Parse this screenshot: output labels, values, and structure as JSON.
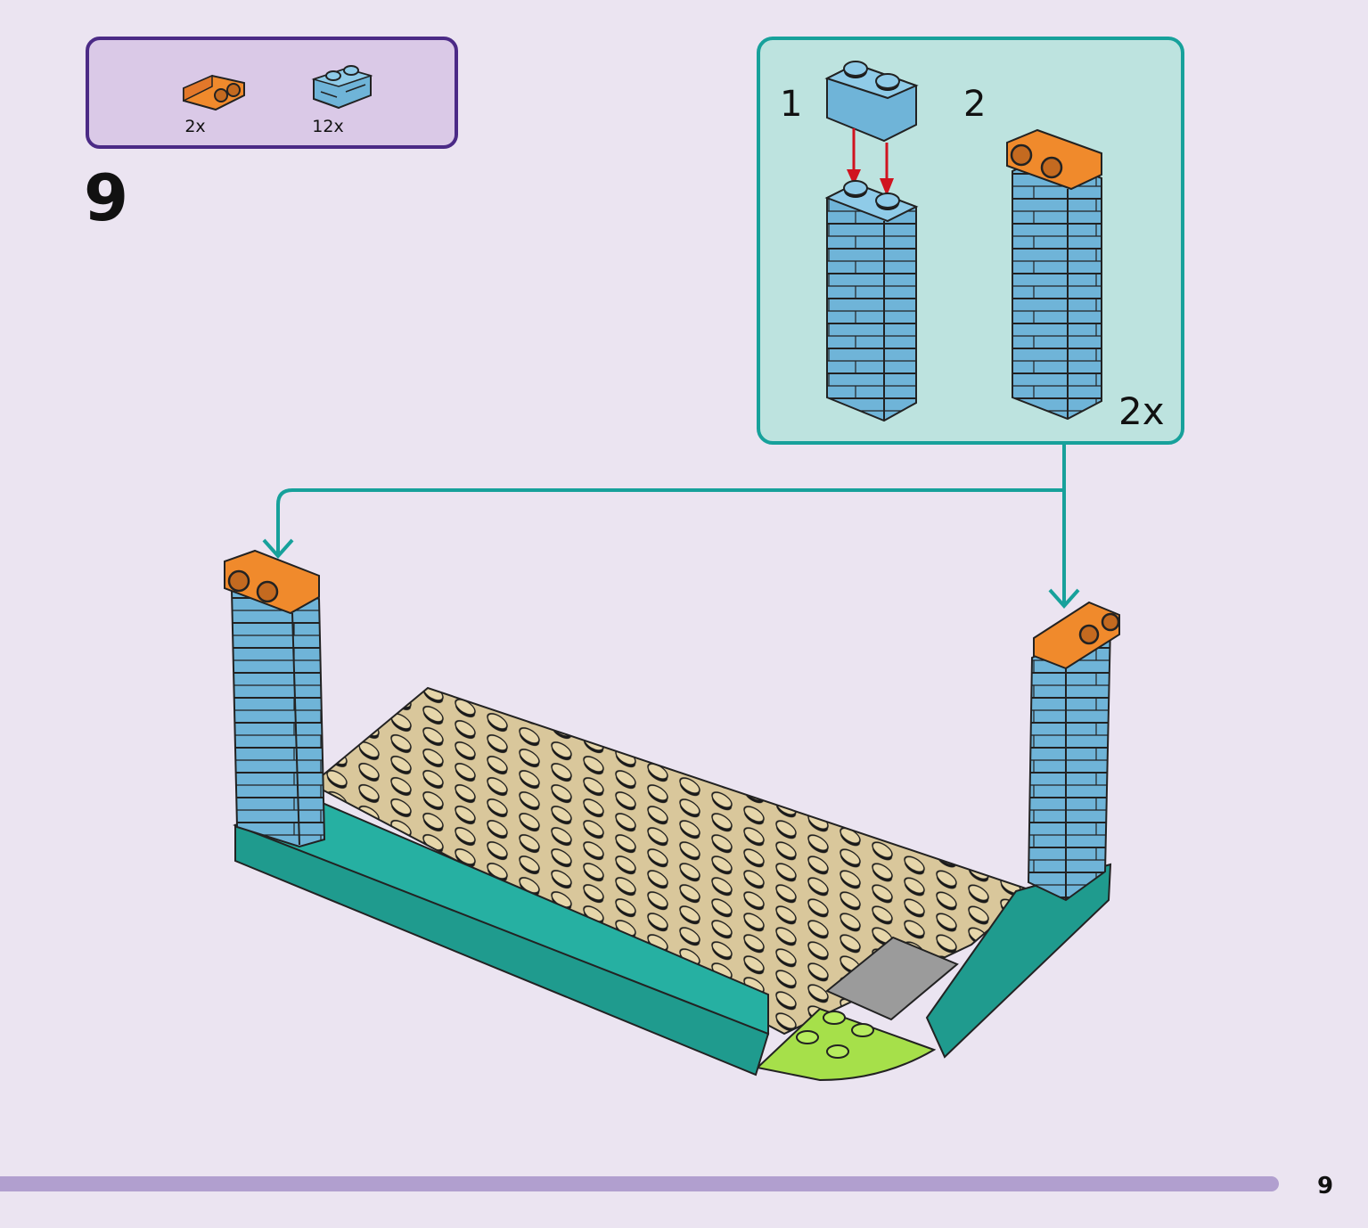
{
  "page": {
    "number": "9",
    "step": "9"
  },
  "parts": [
    {
      "name": "orange-bracket-plate",
      "qty": "2x",
      "color": "#f08a2c"
    },
    {
      "name": "light-blue-masonry-brick",
      "qty": "12x",
      "color": "#6fb4d8"
    }
  ],
  "callout": {
    "step1_label": "1",
    "step2_label": "2",
    "multiplier": "2x"
  },
  "colors": {
    "background": "#ebe4f1",
    "parts_border": "#4b2a86",
    "callout_border": "#17a19b",
    "callout_bg": "#bde3df",
    "brick_blue": "#6fb4d8",
    "bracket_orange": "#f08a2c",
    "base_teal": "#1f9b8e",
    "tan_plate": "#d9c79b",
    "lime_tile": "#a6e04a",
    "gray_plate": "#9b9b9b",
    "insert_arrow": "#d0131f"
  }
}
